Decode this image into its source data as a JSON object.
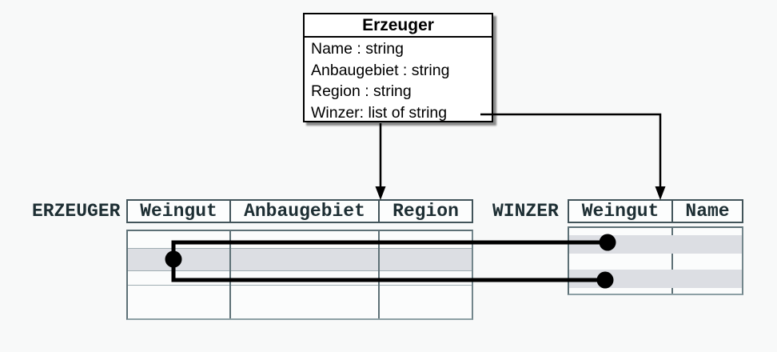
{
  "class_box": {
    "title": "Erzeuger",
    "attributes": [
      "Name : string",
      "Anbaugebiet : string",
      "Region : string",
      "Winzer: list of string"
    ]
  },
  "tables": {
    "erzeuger": {
      "name": "ERZEUGER",
      "columns": [
        "Weingut",
        "Anbaugebiet",
        "Region"
      ],
      "row_cells_empty": true,
      "highlighted_row_index": 2
    },
    "winzer": {
      "name": "WINZER",
      "columns": [
        "Weingut",
        "Name"
      ],
      "row_cells_empty": true,
      "highlighted_row_indices": [
        2,
        4
      ]
    }
  },
  "connectors": {
    "attribute_arrow": "from Winzer attribute to WINZER table header",
    "class_arrow": "from Erzeuger class bottom to ERZEUGER table header",
    "relationship": "thick line with dots linking ERZEUGER highlighted row to two WINZER highlighted rows"
  },
  "colors": {
    "background": "#f8f9f9",
    "class_box_fill": "#ffffff",
    "class_box_border": "#000000",
    "table_text": "#1d2e33",
    "header_border": "#42545a",
    "body_border": "#5d7076",
    "grid_line": "#9fadb2",
    "row_highlight": "#dcdee3",
    "connector": "#000000"
  }
}
